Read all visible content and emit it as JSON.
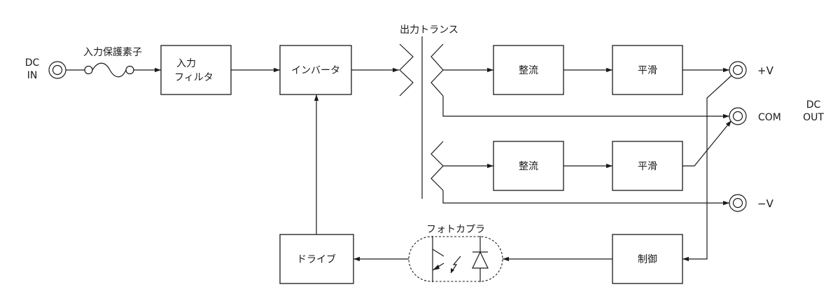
{
  "colors": {
    "line": "#1a1a1a",
    "background": "#ffffff"
  },
  "labels": {
    "dc_in_line1": "DC",
    "dc_in_line2": "IN",
    "fuse": "入力保護素子",
    "transformer": "出力トランス",
    "photocoupler": "フォトカプラ",
    "plus_v": "+V",
    "com": "COM",
    "minus_v": "−V",
    "dc_out_line1": "DC",
    "dc_out_line2": "OUT"
  },
  "blocks": {
    "input_filter_line1": "入力",
    "input_filter_line2": "フィルタ",
    "inverter": "インバータ",
    "rectifier_upper": "整流",
    "smoothing_upper": "平滑",
    "rectifier_lower": "整流",
    "smoothing_lower": "平滑",
    "drive": "ドライブ",
    "control": "制御"
  }
}
